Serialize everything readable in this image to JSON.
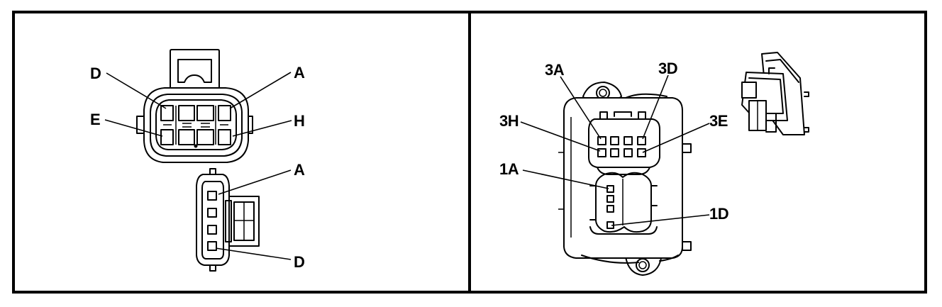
{
  "left_panel": {
    "labels": {
      "top_left": "D",
      "top_right": "A",
      "mid_left": "E",
      "mid_right": "H",
      "lower_top": "A",
      "lower_bottom": "D"
    }
  },
  "right_panel": {
    "labels": {
      "top_left": "3A",
      "top_right": "3D",
      "mid_left": "3H",
      "mid_right": "3E",
      "lower_left": "1A",
      "lower_right": "1D"
    }
  }
}
